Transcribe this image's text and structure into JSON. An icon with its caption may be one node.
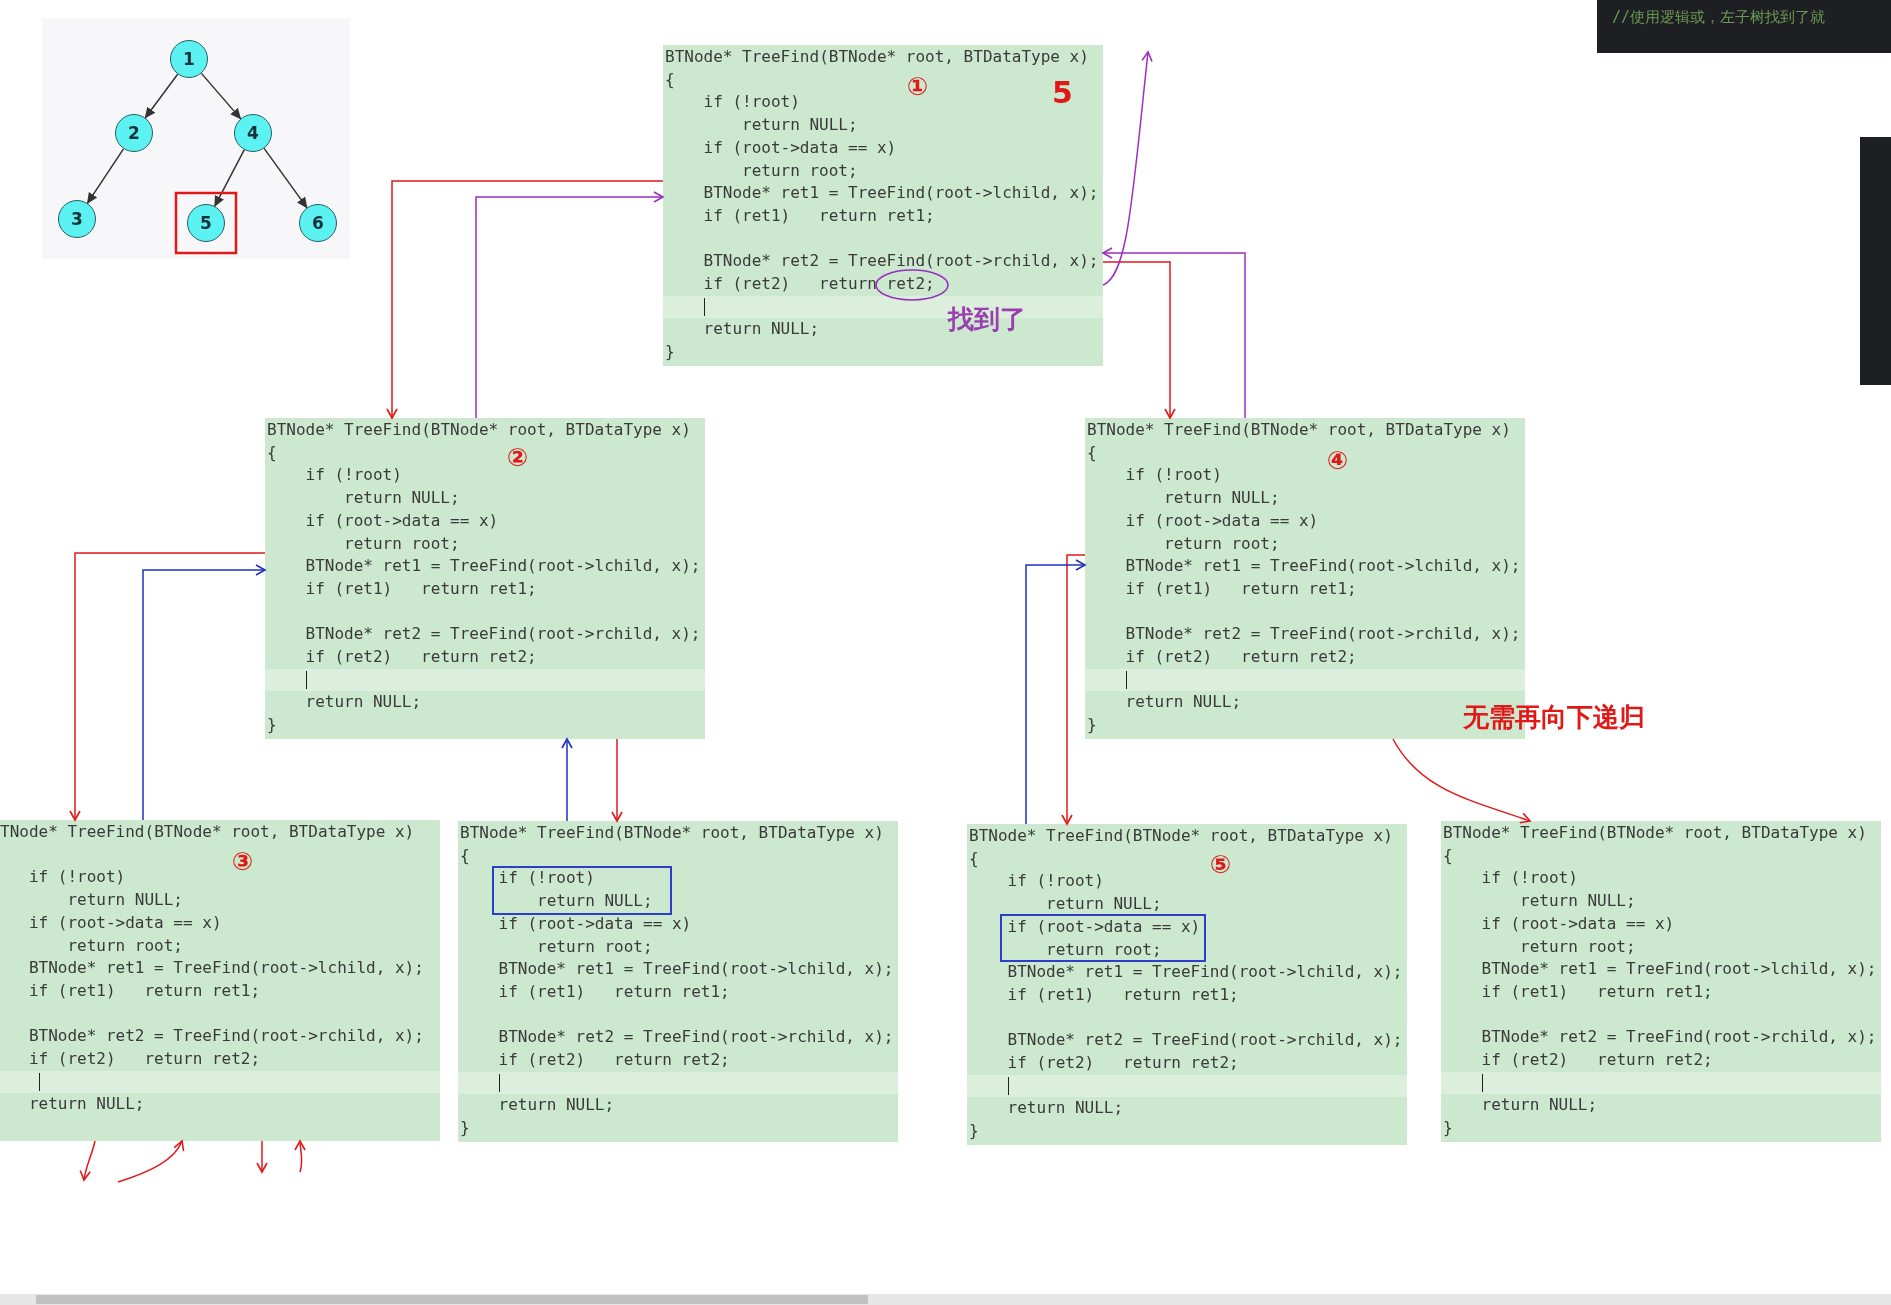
{
  "diagram": {
    "nodes": [
      {
        "text": [
          "1"
        ]
      },
      {
        "text": [
          "2"
        ]
      },
      {
        "text": [
          "4"
        ]
      },
      {
        "text": [
          "3"
        ]
      },
      {
        "text": [
          "5"
        ]
      },
      {
        "text": [
          "6"
        ]
      },
      {
        "text": [
          "BTNode* TreeFind(BTNode* root, BTDataType x)",
          "{",
          "if (!root)",
          "return NULL;",
          "if (root->data == x)",
          "return root;",
          "BTNode* ret1 = TreeFind(root->lchild, x);",
          "if (ret1)   return ret1;",
          "BTNode* ret2 = TreeFind(root->rchild, x);",
          "if (ret2)   return ret2;",
          "return NULL;",
          "}",
          "①"
        ]
      },
      {
        "text": [
          "BTNode* TreeFind(BTNode* root, BTDataType x)",
          "{",
          "if (!root)",
          "return NULL;",
          "if (root->data == x)",
          "return root;",
          "BTNode* ret1 = TreeFind(root->lchild, x);",
          "if (ret1)   return ret1;",
          "BTNode* ret2 = TreeFind(root->rchild, x);",
          "if (ret2)   return ret2;",
          "return NULL;",
          "}",
          "②"
        ]
      },
      {
        "text": [
          "BTNode* TreeFind(BTNode* root, BTDataType x)",
          "{",
          "if (!root)",
          "return NULL;",
          "if (root->data == x)",
          "return root;",
          "BTNode* ret1 = TreeFind(root->lchild, x);",
          "if (ret1)   return ret1;",
          "BTNode* ret2 = TreeFind(root->rchild, x);",
          "if (ret2)   return ret2;",
          "return NULL;",
          "}",
          "④"
        ]
      },
      {
        "text": [
          "TNode* TreeFind(BTNode* root, BTDataType x)",
          "if (!root)",
          "return NULL;",
          "if (root->data == x)",
          "return root;",
          "BTNode* ret1 = TreeFind(root->lchild, x);",
          "if (ret1)   return ret1;",
          "BTNode* ret2 = TreeFind(root->rchild, x);",
          "if (ret2)   return ret2;",
          "return NULL;",
          "③"
        ]
      },
      {
        "text": [
          "BTNode* TreeFind(BTNode* root, BTDataType x)",
          "{",
          "if (!root)",
          "return NULL;",
          "if (root->data == x)",
          "return root;",
          "BTNode* ret1 = TreeFind(root->lchild, x);",
          "if (ret1)   return ret1;",
          "BTNode* ret2 = TreeFind(root->rchild, x);",
          "if (ret2)   return ret2;",
          "return NULL;",
          "}"
        ]
      },
      {
        "text": [
          "BTNode* TreeFind(BTNode* root, BTDataType x)",
          "{",
          "if (!root)",
          "return NULL;",
          "if (root->data == x)",
          "return root;",
          "BTNode* ret1 = TreeFind(root->lchild, x);",
          "if (ret1)   return ret1;",
          "BTNode* ret2 = TreeFind(root->rchild, x);",
          "if (ret2)   return ret2;",
          "return NULL;",
          "}",
          "⑤"
        ]
      },
      {
        "text": [
          "BTNode* TreeFind(BTNode* root, BTDataType x)",
          "{",
          "if (!root)",
          "return NULL;",
          "if (root->data == x)",
          "return root;",
          "BTNode* ret1 = TreeFind(root->lchild, x);",
          "if (ret1)   return ret1;",
          "BTNode* ret2 = TreeFind(root->rchild, x);",
          "if (ret2)   return ret2;",
          "return NULL;",
          "}"
        ]
      }
    ],
    "edges": [
      {
        "from": 0,
        "to": 1,
        "arrow": "to",
        "color": "#333333"
      },
      {
        "from": 0,
        "to": 2,
        "arrow": "to",
        "color": "#333333"
      },
      {
        "from": 1,
        "to": 3,
        "arrow": "to",
        "color": "#333333"
      },
      {
        "from": 2,
        "to": 4,
        "arrow": "to",
        "color": "#333333"
      },
      {
        "from": 2,
        "to": 5,
        "arrow": "to",
        "color": "#333333"
      },
      {
        "from": 6,
        "to": 7,
        "arrow": "to"
      },
      {
        "from": 7,
        "to": 6,
        "arrow": "to",
        "color": "#9b30c0"
      },
      {
        "from": 7,
        "to": 9,
        "arrow": "to"
      },
      {
        "from": 9,
        "to": 7,
        "arrow": "to",
        "color": "#2030c0"
      },
      {
        "from": 7,
        "to": 10,
        "arrow": "to"
      },
      {
        "from": 10,
        "to": 7,
        "arrow": "to",
        "color": "#2030c0"
      },
      {
        "from": 6,
        "to": 8,
        "arrow": "to"
      },
      {
        "from": 8,
        "to": 6,
        "arrow": "to",
        "color": "#9b30c0"
      },
      {
        "from": 8,
        "to": 11,
        "arrow": "to"
      },
      {
        "from": 11,
        "to": 8,
        "arrow": "to",
        "color": "#2030c0"
      },
      {
        "from": 6,
        "to": null,
        "arrow": "to",
        "color": "#9b30c0"
      },
      {
        "from": 8,
        "to": 12,
        "arrow": "to"
      },
      {
        "from": 9,
        "to": null,
        "arrow": "to"
      },
      {
        "from": null,
        "to": 9,
        "arrow": "to"
      },
      {
        "from": 9,
        "to": null,
        "arrow": "to"
      },
      {
        "from": null,
        "to": 9,
        "arrow": "to"
      }
    ],
    "labels": [
      "//使用逻辑或，左子树找到了就",
      "5",
      "找到了",
      "无需再向下递归"
    ]
  }
}
